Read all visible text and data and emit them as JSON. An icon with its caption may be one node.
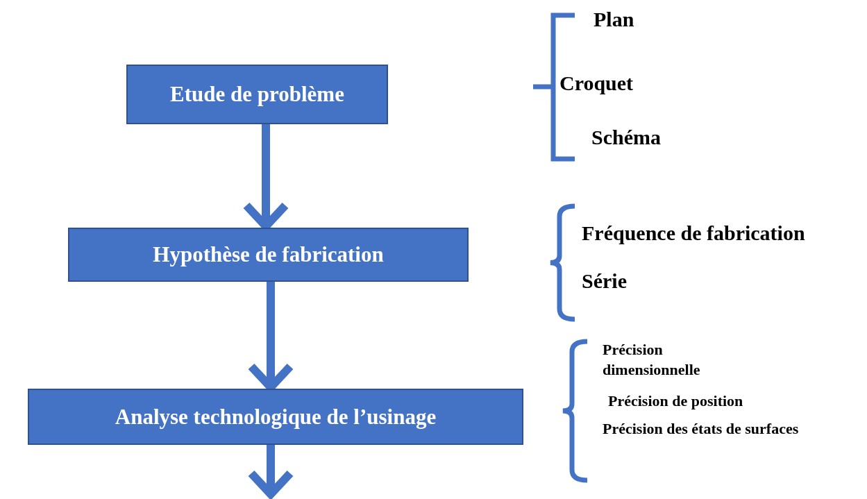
{
  "diagram": {
    "nodes": [
      {
        "text": [
          "Etude de problème"
        ]
      },
      {
        "text": [
          "Hypothèse de fabrication"
        ]
      },
      {
        "text": [
          "Analyse technologique de l’usinage"
        ]
      }
    ],
    "edges": [
      {
        "from": 0,
        "to": 1,
        "arrow": "to"
      },
      {
        "from": 1,
        "to": 2,
        "arrow": "to"
      },
      {
        "from": 2,
        "to": null,
        "arrow": "to"
      }
    ],
    "labels": [
      "Plan",
      "Croquet",
      "Schéma",
      "Fréquence de fabrication",
      "Série",
      "Précision dimensionnelle",
      "Précision de position",
      "Précision des états de surfaces"
    ]
  }
}
